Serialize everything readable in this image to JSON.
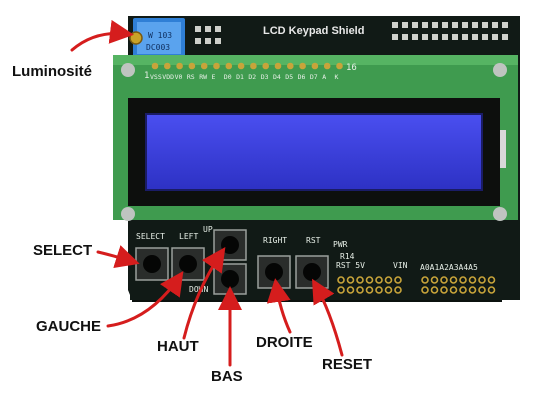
{
  "callouts": {
    "luminosite": "Luminosité",
    "select": "SELECT",
    "gauche": "GAUCHE",
    "haut": "HAUT",
    "bas": "BAS",
    "droite": "DROITE",
    "reset": "RESET"
  },
  "board": {
    "name": "LCD Keypad Shield",
    "pot_marking_1": "W 103",
    "pot_marking_2": "DC003",
    "pin_labels": [
      "VSS",
      "VDD",
      "V0",
      "RS",
      "RW",
      "E",
      "D0",
      "D1",
      "D2",
      "D3",
      "D4",
      "D5",
      "D6",
      "D7",
      "A",
      "K"
    ],
    "pin_1": "1",
    "pin_16": "16",
    "button_labels": {
      "select": "SELECT",
      "left": "LEFT",
      "up": "UP",
      "down": "DOWN",
      "right": "RIGHT",
      "rst": "RST"
    },
    "pwr": "PWR",
    "r14": "R14",
    "rst_5v": "RST 5V",
    "vin": "VIN",
    "analog_header": "A0A1A2A3A4A5"
  },
  "colors": {
    "pcb": "#111a16",
    "lcd_frame": "#3f9b4f",
    "lcd_screen": "#3b3fd8",
    "arrow": "#d51d1d",
    "potentiometer": "#2f7fd6"
  }
}
